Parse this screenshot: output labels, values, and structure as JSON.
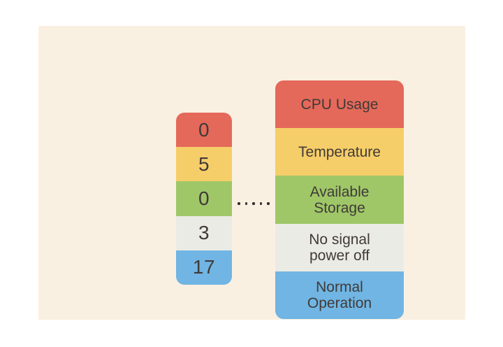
{
  "palette": {
    "background": "#ffffff",
    "panel": "#faf0e1",
    "text": "#403a38",
    "red": "#e4695a",
    "yellow": "#f6ce69",
    "green": "#9fc768",
    "gray": "#ebebe6",
    "blue": "#70b5e3",
    "dot": "#35302e"
  },
  "diagram": {
    "values_column": [
      {
        "value": "0",
        "color_key": "red"
      },
      {
        "value": "5",
        "color_key": "yellow"
      },
      {
        "value": "0",
        "color_key": "green"
      },
      {
        "value": "3",
        "color_key": "gray"
      },
      {
        "value": "17",
        "color_key": "blue"
      }
    ],
    "labels_column": [
      {
        "label": "CPU Usage",
        "color_key": "red"
      },
      {
        "label": "Temperature",
        "color_key": "yellow"
      },
      {
        "label": "Available\nStorage",
        "color_key": "green"
      },
      {
        "label": "No signal\npower off",
        "color_key": "gray"
      },
      {
        "label": "Normal\nOperation",
        "color_key": "blue"
      }
    ],
    "connector_dots": 5
  }
}
